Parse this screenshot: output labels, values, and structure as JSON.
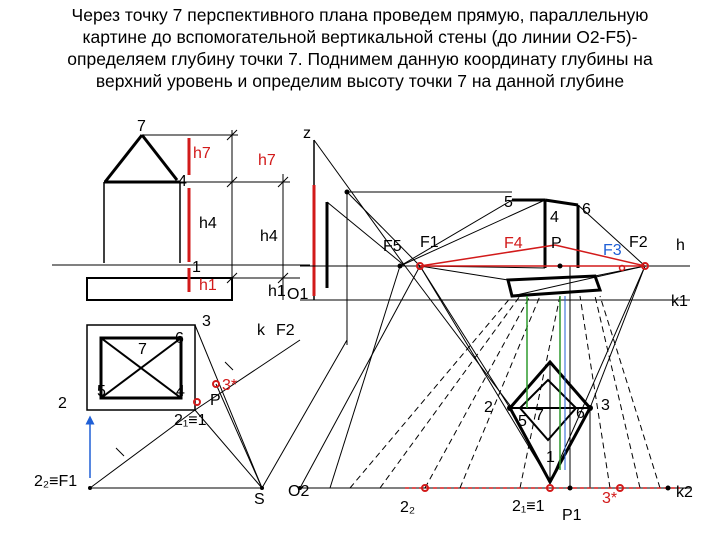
{
  "caption": {
    "line1": "Через точку 7 перспективного плана проведем прямую, параллельную",
    "line2": "картине до вспомогательной вертикальной стены (до линии O2-F5)-",
    "line3": "определяем глубину точки 7. Поднимем данную координату глубины на",
    "line4": "верхний уровень и определим высоту точки 7 на данной глубине"
  },
  "labels": {
    "n7_top": "7",
    "h7_a": "h7",
    "h7_b": "h7",
    "z": "z",
    "n4_left": "4",
    "h4_a": "h4",
    "h4_b": "h4",
    "n1_left": "1",
    "h1_a": "h1",
    "h1_b": "h1",
    "o1": "O1",
    "n3": "3",
    "n6_plan": "6",
    "k": "k",
    "f2_mid": "F2",
    "n7_plan": "7",
    "n2_plan": "2",
    "n5_plan": "5",
    "n4_plan": "4",
    "n3star": "3*",
    "p_plan": "P",
    "n21_plan": "2₁≡1",
    "n22_f1": "2₂≡F1",
    "s": "S",
    "o2": "O2",
    "n5_top": "5",
    "n4_top": "4",
    "n6_top": "6",
    "f5": "F5",
    "f1": "F1",
    "f4": "F4",
    "p_top": "P",
    "f3": "F3",
    "f2_right": "F2",
    "h": "h",
    "k1": "k1",
    "n2_right": "2",
    "n5_right": "5",
    "n7_right": "7",
    "n6_right": "6",
    "n3_right": "3",
    "n1_right": "1",
    "n22_bottom": "2₂",
    "n21_bottom": "2₁≡1",
    "p1": "P1",
    "n3star_bottom": "3*",
    "k2": "k2"
  }
}
